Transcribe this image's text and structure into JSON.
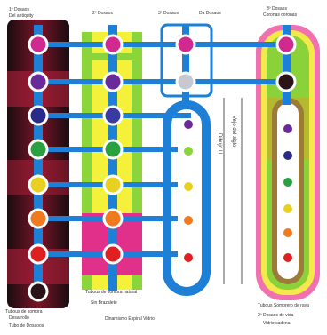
{
  "colors": {
    "channel_blue": "#1e7fd6",
    "channel_blue_dark": "#0d4f9e",
    "left_column_dark": "#2a1418",
    "left_column_red": "#b0203a",
    "green_strip": "#8bd43a",
    "yellow_strip": "#f5f03a",
    "pink_strip": "#e0308a",
    "olive_border": "#9b7a3a",
    "right_capsule_pink": "#f070b0",
    "right_capsule_yellow": "#f5e84a",
    "right_capsule_green": "#8bd23a",
    "center_violet": "#6a2a9a",
    "center_navy": "#2a2a8a",
    "center_indigo": "#3a3aa0",
    "center_green": "#2aa040",
    "center_yellow": "#e8d020",
    "center_orange": "#f07a20",
    "center_red": "#e02020",
    "center_magenta": "#d02a90",
    "center_grey": "#c8c8d0"
  },
  "labels": {
    "col1_top": "1º Dosaos",
    "col1_top2": "Del antiquity",
    "col2_top": "2º Dosaos",
    "col3_top_a": "3º Dosaos",
    "col3_top_b": "Da Dosaos",
    "col4_top": "3º Dosaos",
    "col4_top2": "Coronas coronas",
    "col1_bottom": "Tubous de sombra",
    "col1_bottom2": "Desarrollo",
    "col1_bottom3": "Tubo de Dosaoos",
    "col2_bottom": "Tubous de sombra natural",
    "col2_bottom2": "Sin Brazalete",
    "center_bottom": "Dinamismo Espiral Vidrio",
    "col4_bottom": "Tubous Sombrero de raya",
    "col4_bottom2": "2º Dosaos de vida",
    "col4_bottom3": "Vidrio cadena",
    "vertical_text": "Vejo dol siglo",
    "vertical_text2": "Dibujo Ll"
  }
}
